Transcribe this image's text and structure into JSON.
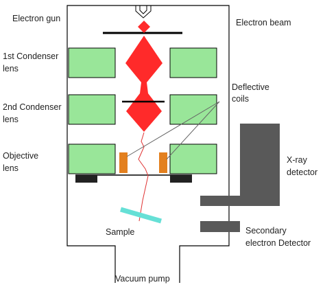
{
  "labels": {
    "electron_gun": "Electron gun",
    "electron_beam": "Electron beam",
    "first_condenser_line1": "1st Condenser",
    "first_condenser_line2": "lens",
    "second_condenser_line1": "2nd Condenser",
    "second_condenser_line2": "lens",
    "deflective_line1": "Deflective",
    "deflective_line2": "coils",
    "objective_line1": "Objective",
    "objective_line2": "lens",
    "xray_line1": "X-ray",
    "xray_line2": "detector",
    "sample": "Sample",
    "secondary_line1": "Secondary",
    "secondary_line2": "electron Detector",
    "vacuum_pump": "Vacuum pump"
  },
  "colors": {
    "lens_fill": "#99e699",
    "beam": "#ff2a2a",
    "coil": "#e3801f",
    "detector": "#595959",
    "sample": "#66e0d6",
    "pole_piece": "#222222",
    "outline": "#000000",
    "leader_line": "#666666"
  }
}
